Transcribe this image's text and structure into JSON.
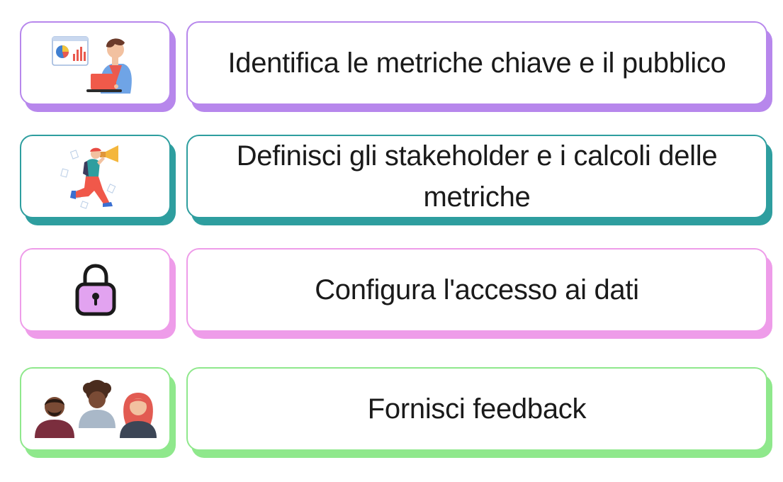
{
  "steps": [
    {
      "text": "Identifica le metriche chiave e il pubblico",
      "accent": "#b787ec",
      "icon": "analyst-laptop-dashboard-icon"
    },
    {
      "text": "Definisci gli stakeholder e i calcoli delle metriche",
      "accent": "#2e9e9f",
      "icon": "person-megaphone-icon"
    },
    {
      "text": "Configura l'accesso ai dati",
      "accent": "#ee9ce9",
      "icon": "padlock-icon"
    },
    {
      "text": "Fornisci feedback",
      "accent": "#8fe88c",
      "icon": "people-group-icon"
    }
  ]
}
